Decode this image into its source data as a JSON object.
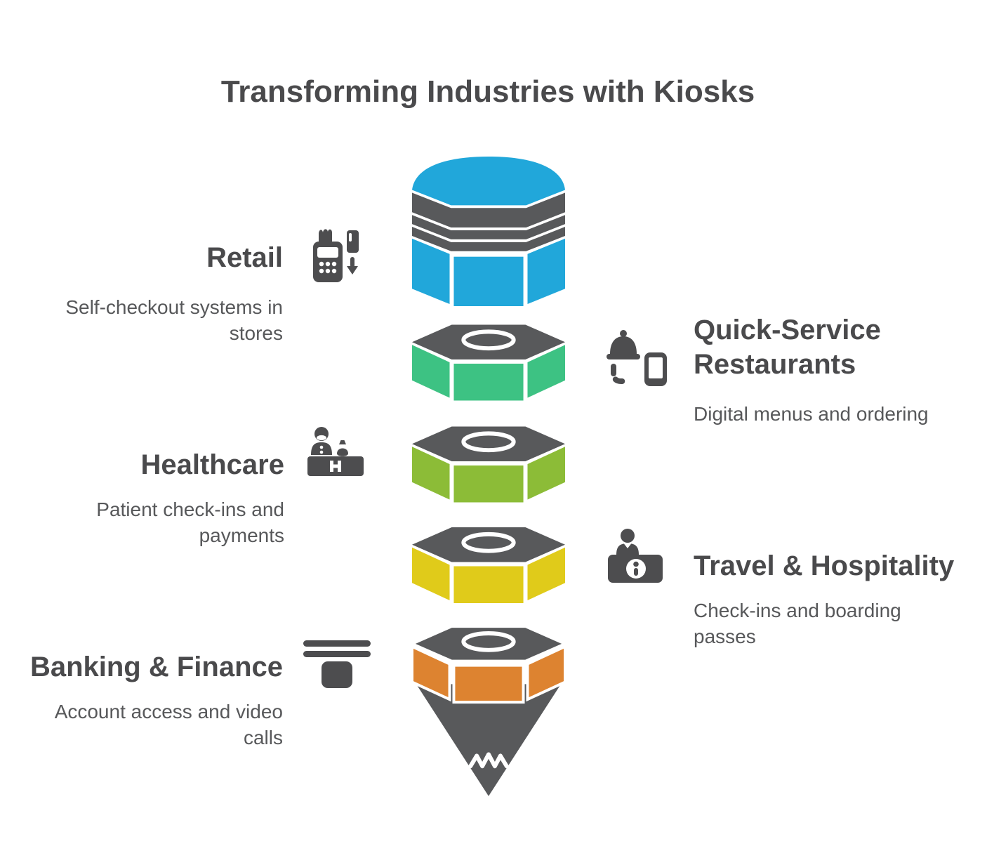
{
  "title": "Transforming Industries with Kiosks",
  "colors": {
    "blue": "#21A7DA",
    "green": "#3DC283",
    "lime": "#8CBC37",
    "yellow": "#E0CB1A",
    "orange": "#DD8330",
    "gray": "#58595B",
    "heading_text": "#4A4A4C",
    "body_text": "#57585A",
    "icon": "#4D4D4F"
  },
  "industries": [
    {
      "name": "Retail",
      "description": "Self-checkout systems in stores",
      "side": "left",
      "icon": "payment-terminal-card-icon",
      "layer_color": "#21A7DA"
    },
    {
      "name": "Quick-Service Restaurants",
      "description": "Digital menus and ordering",
      "side": "right",
      "icon": "cloche-phone-icon",
      "layer_color": "#3DC283"
    },
    {
      "name": "Healthcare",
      "description": "Patient check-ins and payments",
      "side": "left",
      "icon": "receptionist-desk-icon",
      "layer_color": "#8CBC37"
    },
    {
      "name": "Travel & Hospitality",
      "description": "Check-ins and boarding passes",
      "side": "right",
      "icon": "information-desk-icon",
      "layer_color": "#E0CB1A"
    },
    {
      "name": "Banking & Finance",
      "description": "Account access and video calls",
      "side": "left",
      "icon": "card-slot-icon",
      "layer_color": "#DD8330"
    }
  ]
}
